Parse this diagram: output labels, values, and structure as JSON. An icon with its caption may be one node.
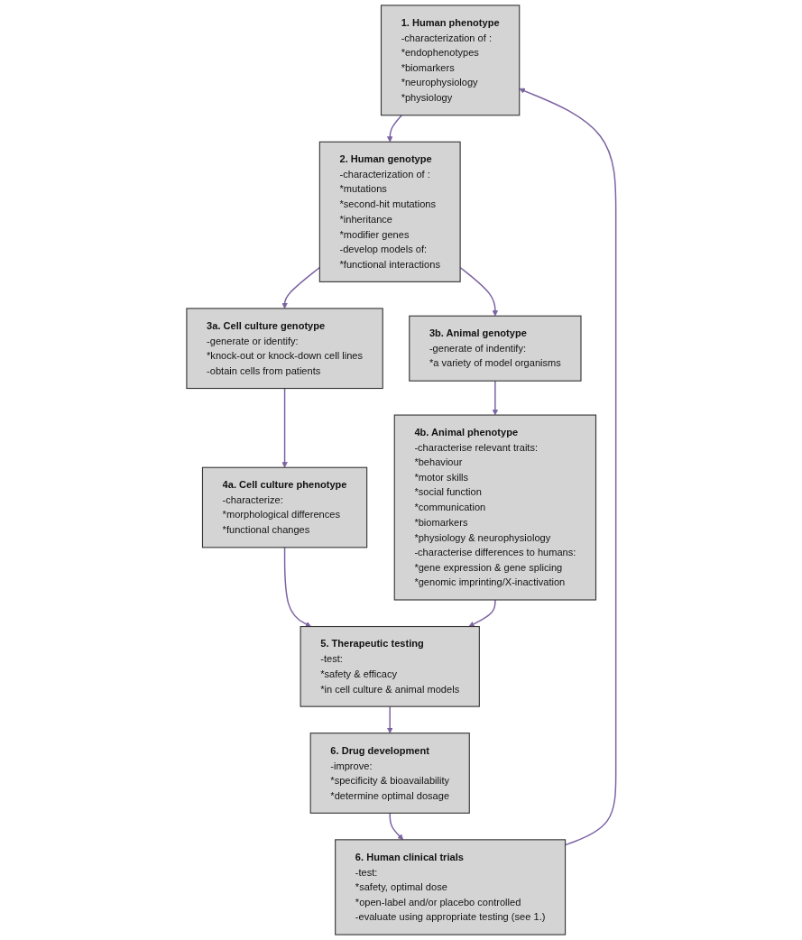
{
  "diagram": {
    "nodes": [
      {
        "text": [
          "1. Human phenotype",
          "-characterization of :",
          "*endophenotypes",
          "*biomarkers",
          "*neurophysiology",
          "*physiology"
        ]
      },
      {
        "text": [
          "2. Human genotype",
          "-characterization of :",
          "*mutations",
          "*second-hit mutations",
          "*inheritance",
          "*modifier genes",
          "-develop models of:",
          "*functional interactions"
        ]
      },
      {
        "text": [
          "3a. Cell culture genotype",
          "-generate or identify:",
          "*knock-out or knock-down cell lines",
          "-obtain cells from patients"
        ]
      },
      {
        "text": [
          "3b. Animal genotype",
          "-generate of indentify:",
          "*a variety of model organisms"
        ]
      },
      {
        "text": [
          "4a. Cell culture phenotype",
          "-characterize:",
          "*morphological differences",
          "*functional changes"
        ]
      },
      {
        "text": [
          "4b. Animal phenotype",
          "-characterise relevant traits:",
          "*behaviour",
          "*motor skills",
          "*social function",
          "*communication",
          "*biomarkers",
          "*physiology & neurophysiology",
          "-characterise differences to humans:",
          "*gene expression & gene splicing",
          "*genomic imprinting/X-inactivation"
        ]
      },
      {
        "text": [
          "5. Therapeutic testing",
          "-test:",
          "*safety & efficacy",
          "*in cell culture & animal models"
        ]
      },
      {
        "text": [
          "6. Drug development",
          "-improve:",
          "*specificity & bioavailability",
          "*determine optimal dosage"
        ]
      },
      {
        "text": [
          "6. Human clinical trials",
          "-test:",
          "*safety, optimal dose",
          "*open-label and/or placebo controlled",
          "-evaluate using appropriate testing (see 1.)"
        ]
      }
    ],
    "edges": [
      {
        "from": 0,
        "to": 1,
        "arrow": "to"
      },
      {
        "from": 1,
        "to": 2,
        "arrow": "to"
      },
      {
        "from": 1,
        "to": 3,
        "arrow": "to"
      },
      {
        "from": 2,
        "to": 4,
        "arrow": "to"
      },
      {
        "from": 3,
        "to": 5,
        "arrow": "to"
      },
      {
        "from": 4,
        "to": 6,
        "arrow": "to"
      },
      {
        "from": 5,
        "to": 6,
        "arrow": "to"
      },
      {
        "from": 6,
        "to": 7,
        "arrow": "to"
      },
      {
        "from": 7,
        "to": 8,
        "arrow": "to"
      },
      {
        "from": 8,
        "to": 0,
        "arrow": "to"
      }
    ]
  }
}
